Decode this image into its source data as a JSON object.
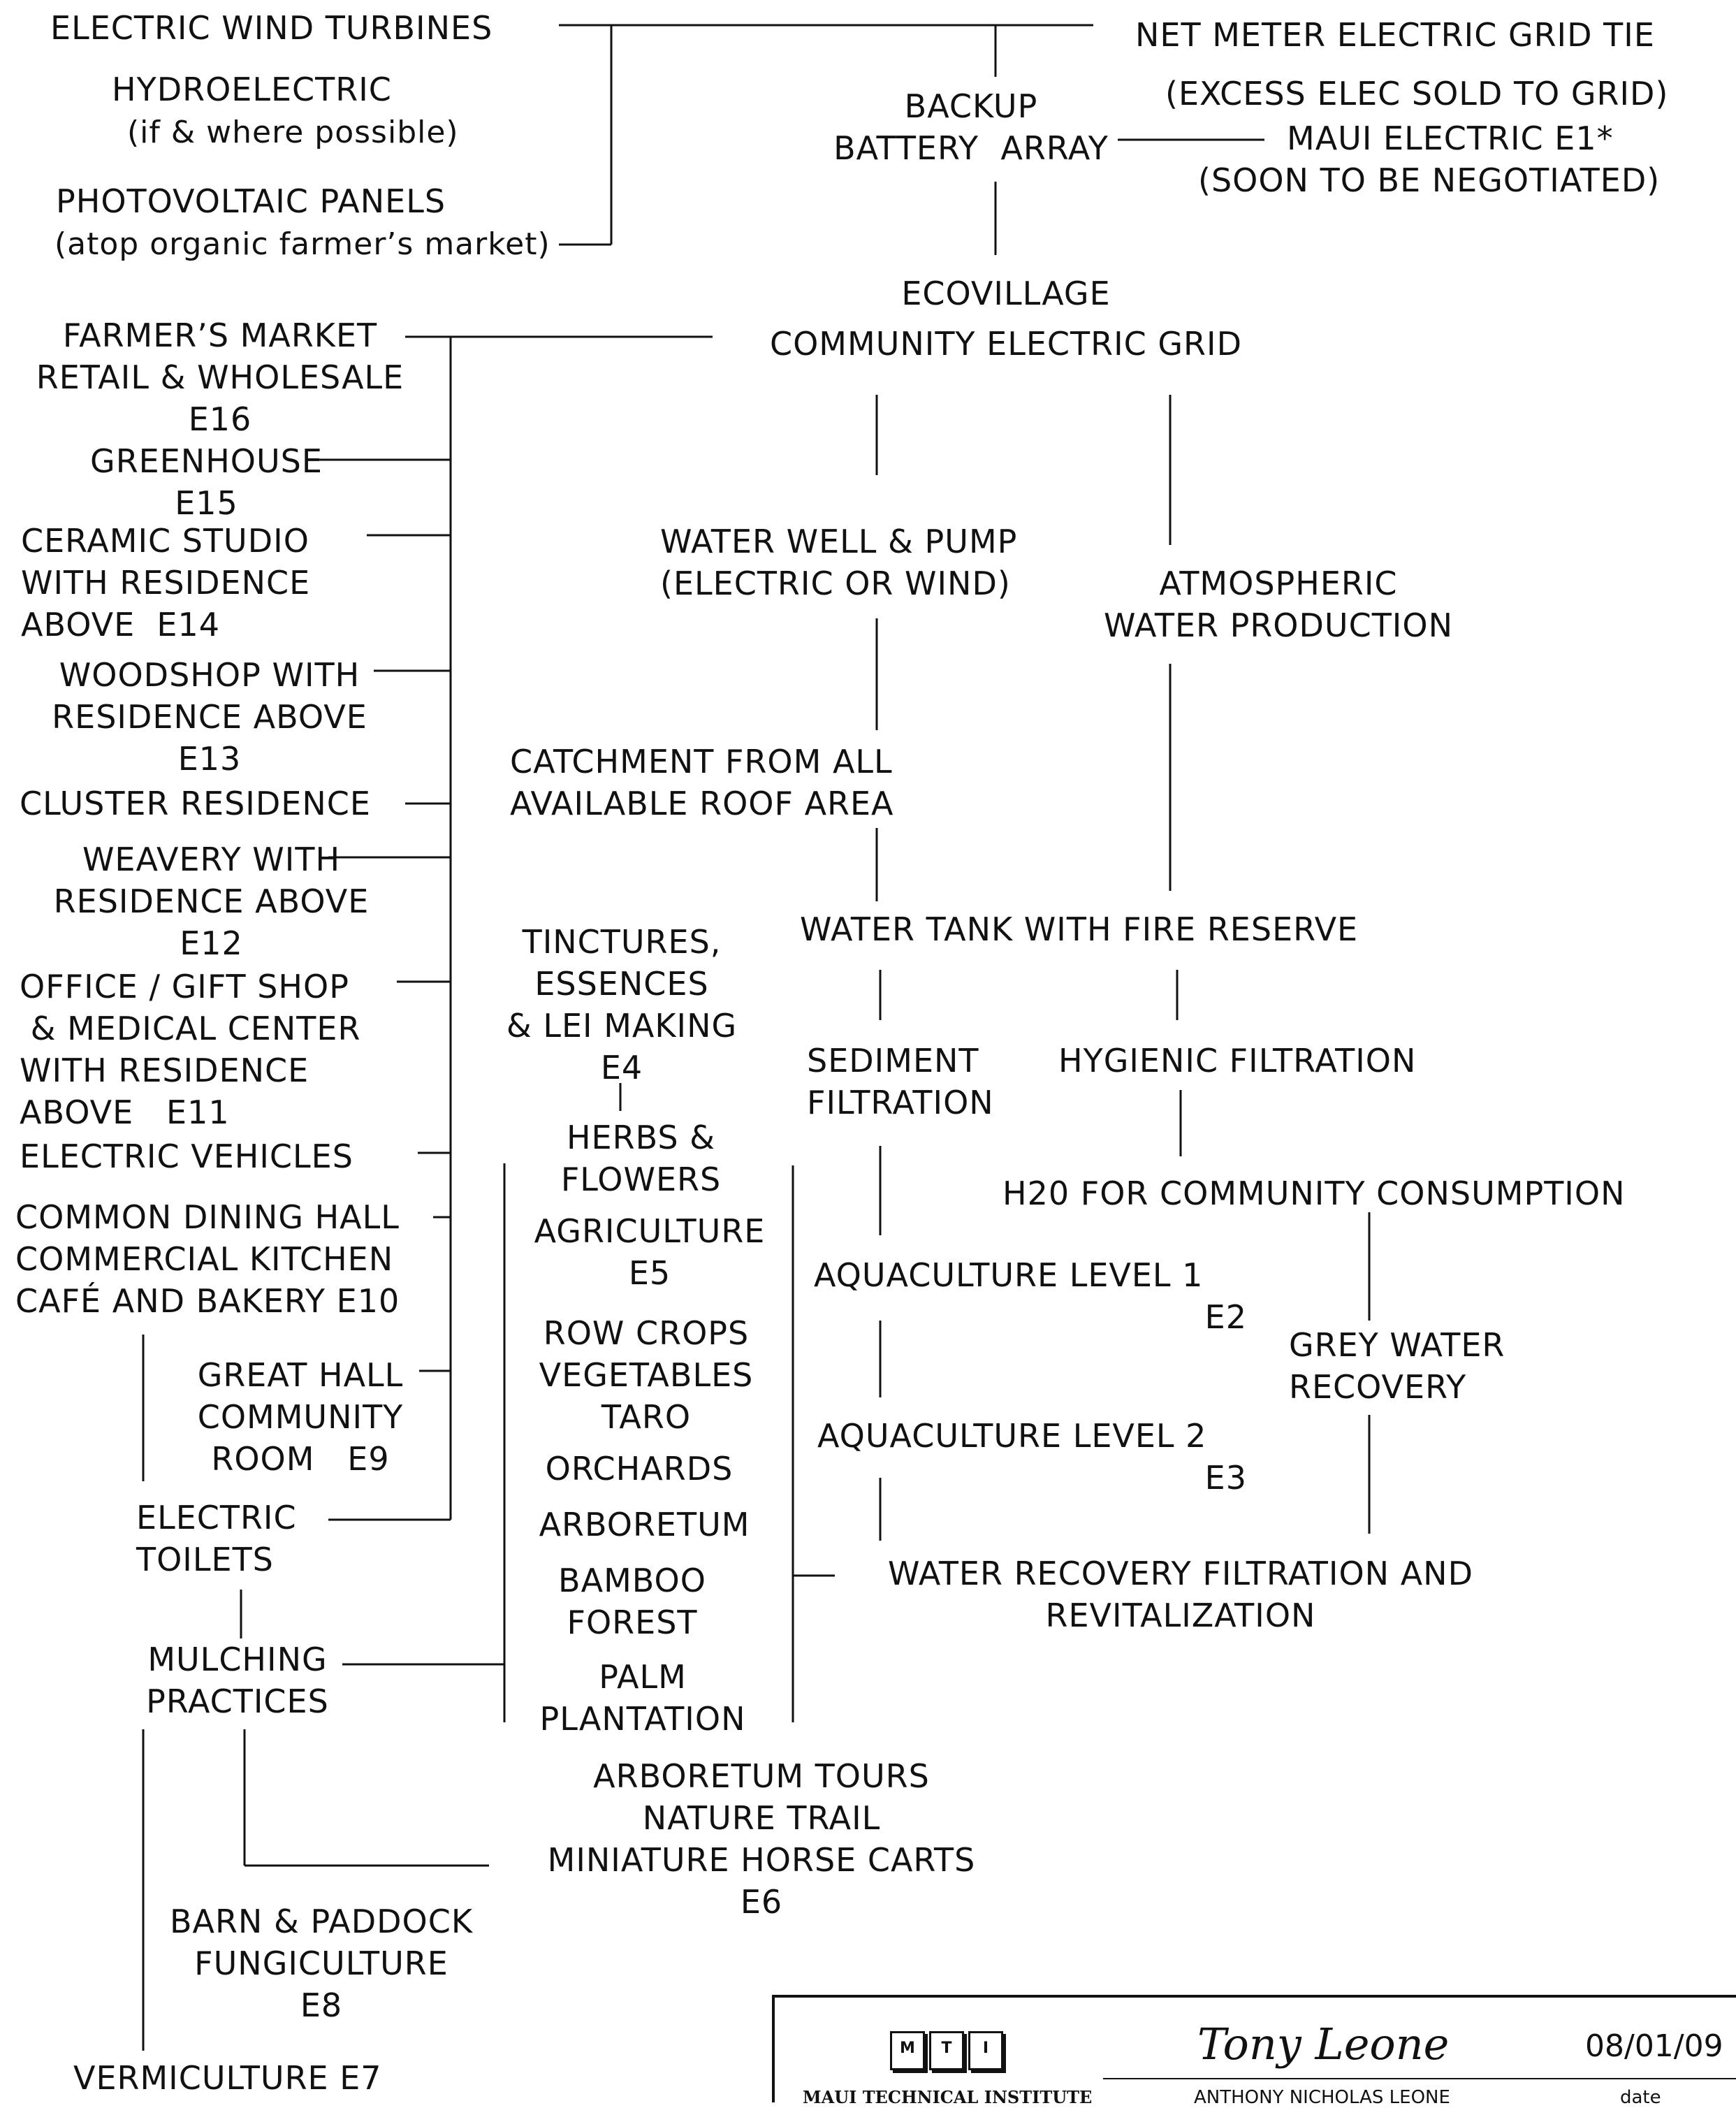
{
  "power": {
    "wind": "Electric Wind Turbines",
    "hydro": "Hydroelectric",
    "hydro_note": "(if & where possible)",
    "pv": "Photovoltaic Panels",
    "pv_note": "(atop organic farmer’s market)",
    "grid_tie": "Net Meter Electric Grid Tie",
    "excess": "(Excess Elec Sold to Grid)",
    "maui": "Maui Electric E1*",
    "negotiated": "(Soon to be Negotiated)",
    "battery": "Backup\nBattery  Array",
    "ecovillage_grid": "Ecovillage\nCommunity Electric Grid"
  },
  "buildings": {
    "farmers_market": "Farmer’s Market\nRetail & Wholesale\nE16",
    "greenhouse": "Greenhouse\nE15",
    "ceramic": "Ceramic Studio\nwith Residence\nAbove  E14",
    "woodshop": "Woodshop with\nResidence Above\nE13",
    "cluster": "Cluster Residence",
    "weavery": "Weavery with\nResidence Above\nE12",
    "office": "Office / Gift Shop\n & Medical Center\nwith Residence\nAbove   E11",
    "vehicles": "Electric Vehicles",
    "dining": "Common Dining Hall\nCommercial Kitchen\nCafé and Bakery E10",
    "great_hall": "Great Hall\nCommunity\nRoom   E9",
    "toilets": "Electric\nToilets",
    "mulching": "Mulching\nPractices",
    "barn": "Barn & Paddock\nFungiculture\nE8",
    "vermiculture": "Vermiculture E7"
  },
  "water": {
    "well": "Water Well & Pump\n(Electric or Wind)",
    "atmospheric": "Atmospheric\nWater Production",
    "catchment": "Catchment from All\nAvailable Roof Area",
    "tank": "Water Tank with Fire Reserve",
    "sediment": "Sediment\nFiltration",
    "hygienic": "Hygienic Filtration",
    "h2o": "H20 for Community Consumption",
    "aqua1": "Aquaculture Level 1",
    "aqua1_code": "E2",
    "aqua2": "Aquaculture Level 2",
    "aqua2_code": "E3",
    "grey": "Grey Water\nRecovery",
    "recovery": "Water Recovery Filtration and\nRevitalization"
  },
  "agriculture": {
    "tinctures": "Tinctures,\nEssences\n& Lei Making\nE4",
    "herbs": "Herbs &\nFlowers",
    "agri": "Agriculture\nE5",
    "row_crops": "Row Crops\nVegetables\nTaro",
    "orchards": "Orchards",
    "arboretum": "Arboretum",
    "bamboo": "Bamboo\nForest",
    "palm": "Palm\nPlantation",
    "tours": "Arboretum Tours\nNature Trail\nMiniature Horse Carts\nE6"
  },
  "title_block": {
    "institute": "MAUI TECHNICAL INSTITUTE",
    "signature": "Tony Leone",
    "date": "08/01/09",
    "name": "ANTHONY NICHOLAS  LEONE",
    "date_label": "date",
    "logo_letters": [
      "M",
      "T",
      "I"
    ]
  }
}
